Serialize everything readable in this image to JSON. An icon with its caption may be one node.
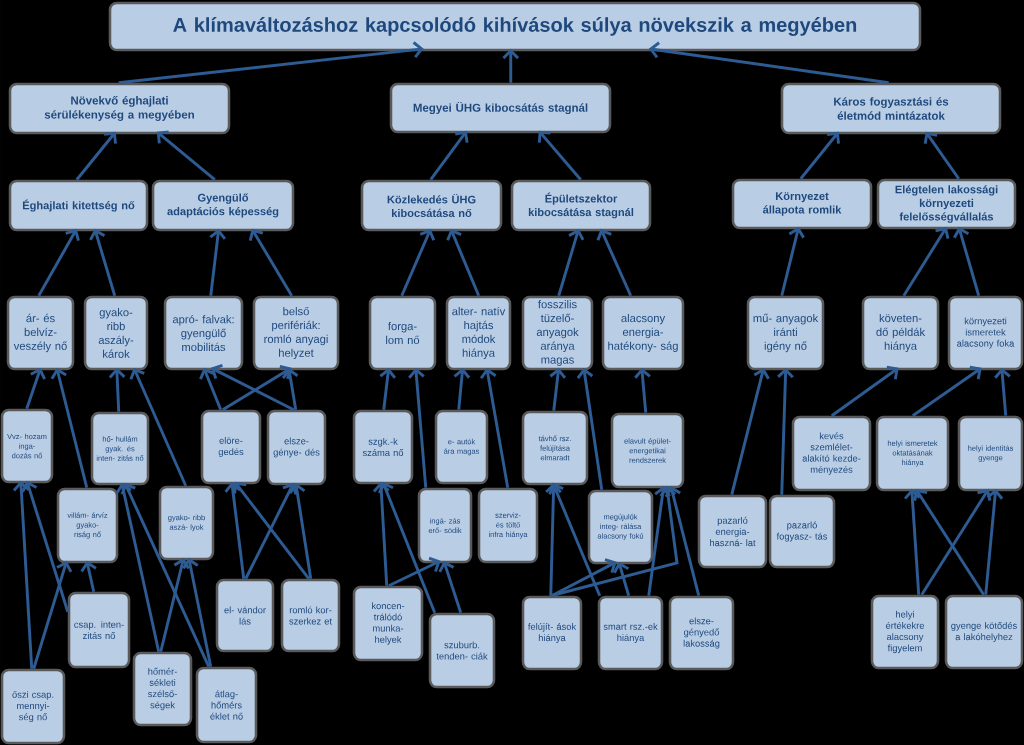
{
  "diagram": {
    "nodes": [
      {
        "text": [
          "A klímaváltozáshoz kapcsolódó kihívások súlya növekszik a megyében"
        ]
      },
      {
        "text": [
          "Növekvő éghajlati sérülékenység a megyében"
        ]
      },
      {
        "text": [
          "Megyei ÜHG kibocsátás stagnál"
        ]
      },
      {
        "text": [
          "Káros fogyasztási és életmód mintázatok"
        ]
      },
      {
        "text": [
          "Éghajlati kitettség nő"
        ]
      },
      {
        "text": [
          "Gyengülő adaptációs képesség"
        ]
      },
      {
        "text": [
          "Közlekedés ÜHG kibocsátása nő"
        ]
      },
      {
        "text": [
          "Épületszektor kibocsátása stagnál"
        ]
      },
      {
        "text": [
          "Környezet állapota romlik"
        ]
      },
      {
        "text": [
          "Elégtelen lakossági környezeti felelősségvállalás"
        ]
      },
      {
        "text": [
          "ár- és belvíz- veszély nő"
        ]
      },
      {
        "text": [
          "gyako- ribb aszály- károk"
        ]
      },
      {
        "text": [
          "apró- falvak: gyengülő mobilitás"
        ]
      },
      {
        "text": [
          "belső perifériák: romló anyagi helyzet"
        ]
      },
      {
        "text": [
          "forga- lom nő"
        ]
      },
      {
        "text": [
          "alter- natív hajtás módok hiánya"
        ]
      },
      {
        "text": [
          "fosszilis tüzelő- anyagok aránya magas"
        ]
      },
      {
        "text": [
          "alacsony energia- hatékony- ság"
        ]
      },
      {
        "text": [
          "mű- anyagok iránti igény nő"
        ]
      },
      {
        "text": [
          "követen- dő példák hiánya"
        ]
      },
      {
        "text": [
          "környezeti ismeretek alacsony foka"
        ]
      },
      {
        "text": [
          "Vvz- hozam inga- dozás nő"
        ]
      },
      {
        "text": [
          "hő- hullám gyak. és inten- zitás nő"
        ]
      },
      {
        "text": [
          "elöre- gedés"
        ]
      },
      {
        "text": [
          "elsze- génye- dés"
        ]
      },
      {
        "text": [
          "szgk.-k száma nő"
        ]
      },
      {
        "text": [
          "e- autók ára magas"
        ]
      },
      {
        "text": [
          "távhő rsz. felújítása elmaradt"
        ]
      },
      {
        "text": [
          "elavult épület- energetikai rendszerek"
        ]
      },
      {
        "text": [
          "kevés szemlélet- alakító kezde- ményezés"
        ]
      },
      {
        "text": [
          "helyi ismeretek oktatásának hiánya"
        ]
      },
      {
        "text": [
          "helyi identitás gyenge"
        ]
      },
      {
        "text": [
          "villám- árvíz gyako- riság nő"
        ]
      },
      {
        "text": [
          "gyako- ribb aszá- lyok"
        ]
      },
      {
        "text": [
          "ingá- zás erő- södik"
        ]
      },
      {
        "text": [
          "szerviz- és töltő infra hiánya"
        ]
      },
      {
        "text": [
          "megújulók integ- rálása alacsony fokú"
        ]
      },
      {
        "text": [
          "pazarló energia- haszná- lat"
        ]
      },
      {
        "text": [
          "pazarló fogyasz- tás"
        ]
      },
      {
        "text": [
          "csap. inten- zitás nő"
        ]
      },
      {
        "text": [
          "el- vándor lás"
        ]
      },
      {
        "text": [
          "romló kor- szerkez et"
        ]
      },
      {
        "text": [
          "koncen- trálódó munka- helyek"
        ]
      },
      {
        "text": [
          "szuburb. tenden- ciák"
        ]
      },
      {
        "text": [
          "felújít- ások hiánya"
        ]
      },
      {
        "text": [
          "smart rsz.-ek hiánya"
        ]
      },
      {
        "text": [
          "elsze- gényedő lakosság"
        ]
      },
      {
        "text": [
          "helyi értékekre alacsony figyelem"
        ]
      },
      {
        "text": [
          "gyenge kötődés a lakóhelyhez"
        ]
      },
      {
        "text": [
          "őszi csap. mennyi- ség nő"
        ]
      },
      {
        "text": [
          "hőmér- sékleti szélső- ségek"
        ]
      },
      {
        "text": [
          "átlag- hőmérs éklet nő"
        ]
      }
    ],
    "edges": [
      {
        "from": 1,
        "to": 0,
        "arrow": "to"
      },
      {
        "from": 2,
        "to": 0,
        "arrow": "to"
      },
      {
        "from": 3,
        "to": 0,
        "arrow": "to"
      },
      {
        "from": 4,
        "to": 1,
        "arrow": "to"
      },
      {
        "from": 5,
        "to": 1,
        "arrow": "to"
      },
      {
        "from": 6,
        "to": 2,
        "arrow": "to"
      },
      {
        "from": 7,
        "to": 2,
        "arrow": "to"
      },
      {
        "from": 8,
        "to": 3,
        "arrow": "to"
      },
      {
        "from": 9,
        "to": 3,
        "arrow": "to"
      },
      {
        "from": 10,
        "to": 4,
        "arrow": "to"
      },
      {
        "from": 11,
        "to": 4,
        "arrow": "to"
      },
      {
        "from": 12,
        "to": 5,
        "arrow": "to"
      },
      {
        "from": 13,
        "to": 5,
        "arrow": "to"
      },
      {
        "from": 14,
        "to": 6,
        "arrow": "to"
      },
      {
        "from": 15,
        "to": 6,
        "arrow": "to"
      },
      {
        "from": 16,
        "to": 7,
        "arrow": "to"
      },
      {
        "from": 17,
        "to": 7,
        "arrow": "to"
      },
      {
        "from": 18,
        "to": 8,
        "arrow": "to"
      },
      {
        "from": 19,
        "to": 9,
        "arrow": "to"
      },
      {
        "from": 20,
        "to": 9,
        "arrow": "to"
      },
      {
        "from": 21,
        "to": 10,
        "arrow": "to"
      },
      {
        "from": 32,
        "to": 10,
        "arrow": "to"
      },
      {
        "from": 22,
        "to": 11,
        "arrow": "to"
      },
      {
        "from": 33,
        "to": 11,
        "arrow": "to"
      },
      {
        "from": 23,
        "to": 12,
        "arrow": "to"
      },
      {
        "from": 24,
        "to": 12,
        "arrow": "to"
      },
      {
        "from": 23,
        "to": 13,
        "arrow": "to"
      },
      {
        "from": 24,
        "to": 13,
        "arrow": "to"
      },
      {
        "from": 49,
        "to": 21,
        "arrow": "to"
      },
      {
        "from": 49,
        "to": 32,
        "arrow": "to"
      },
      {
        "from": 39,
        "to": 21,
        "arrow": "to"
      },
      {
        "from": 39,
        "to": 32,
        "arrow": "to"
      },
      {
        "from": 50,
        "to": 22,
        "arrow": "to"
      },
      {
        "from": 50,
        "to": 33,
        "arrow": "to"
      },
      {
        "from": 51,
        "to": 22,
        "arrow": "to"
      },
      {
        "from": 51,
        "to": 33,
        "arrow": "to"
      },
      {
        "from": 40,
        "to": 23,
        "arrow": "to"
      },
      {
        "from": 40,
        "to": 24,
        "arrow": "to"
      },
      {
        "from": 41,
        "to": 23,
        "arrow": "to"
      },
      {
        "from": 41,
        "to": 24,
        "arrow": "to"
      },
      {
        "from": 25,
        "to": 14,
        "arrow": "to"
      },
      {
        "from": 34,
        "to": 14,
        "arrow": "to"
      },
      {
        "from": 26,
        "to": 15,
        "arrow": "to"
      },
      {
        "from": 35,
        "to": 15,
        "arrow": "to"
      },
      {
        "from": 42,
        "to": 25,
        "arrow": "to"
      },
      {
        "from": 42,
        "to": 34,
        "arrow": "to"
      },
      {
        "from": 43,
        "to": 25,
        "arrow": "to"
      },
      {
        "from": 43,
        "to": 34,
        "arrow": "to"
      },
      {
        "from": 27,
        "to": 16,
        "arrow": "to"
      },
      {
        "from": 36,
        "to": 16,
        "arrow": "to"
      },
      {
        "from": 28,
        "to": 17,
        "arrow": "to"
      },
      {
        "from": 44,
        "to": 27,
        "arrow": "to"
      },
      {
        "from": 45,
        "to": 27,
        "arrow": "to"
      },
      {
        "from": 44,
        "to": 36,
        "arrow": "to"
      },
      {
        "from": 45,
        "to": 36,
        "arrow": "to"
      },
      {
        "from": 44,
        "to": 28,
        "arrow": "to"
      },
      {
        "from": 45,
        "to": 28,
        "arrow": "to"
      },
      {
        "from": 46,
        "to": 28,
        "arrow": "to"
      },
      {
        "from": 37,
        "to": 18,
        "arrow": "to"
      },
      {
        "from": 38,
        "to": 18,
        "arrow": "to"
      },
      {
        "from": 29,
        "to": 19,
        "arrow": "to"
      },
      {
        "from": 30,
        "to": 20,
        "arrow": "to"
      },
      {
        "from": 31,
        "to": 20,
        "arrow": "to"
      },
      {
        "from": 47,
        "to": 30,
        "arrow": "to"
      },
      {
        "from": 47,
        "to": 31,
        "arrow": "to"
      },
      {
        "from": 48,
        "to": 30,
        "arrow": "to"
      },
      {
        "from": 48,
        "to": 31,
        "arrow": "to"
      }
    ]
  }
}
